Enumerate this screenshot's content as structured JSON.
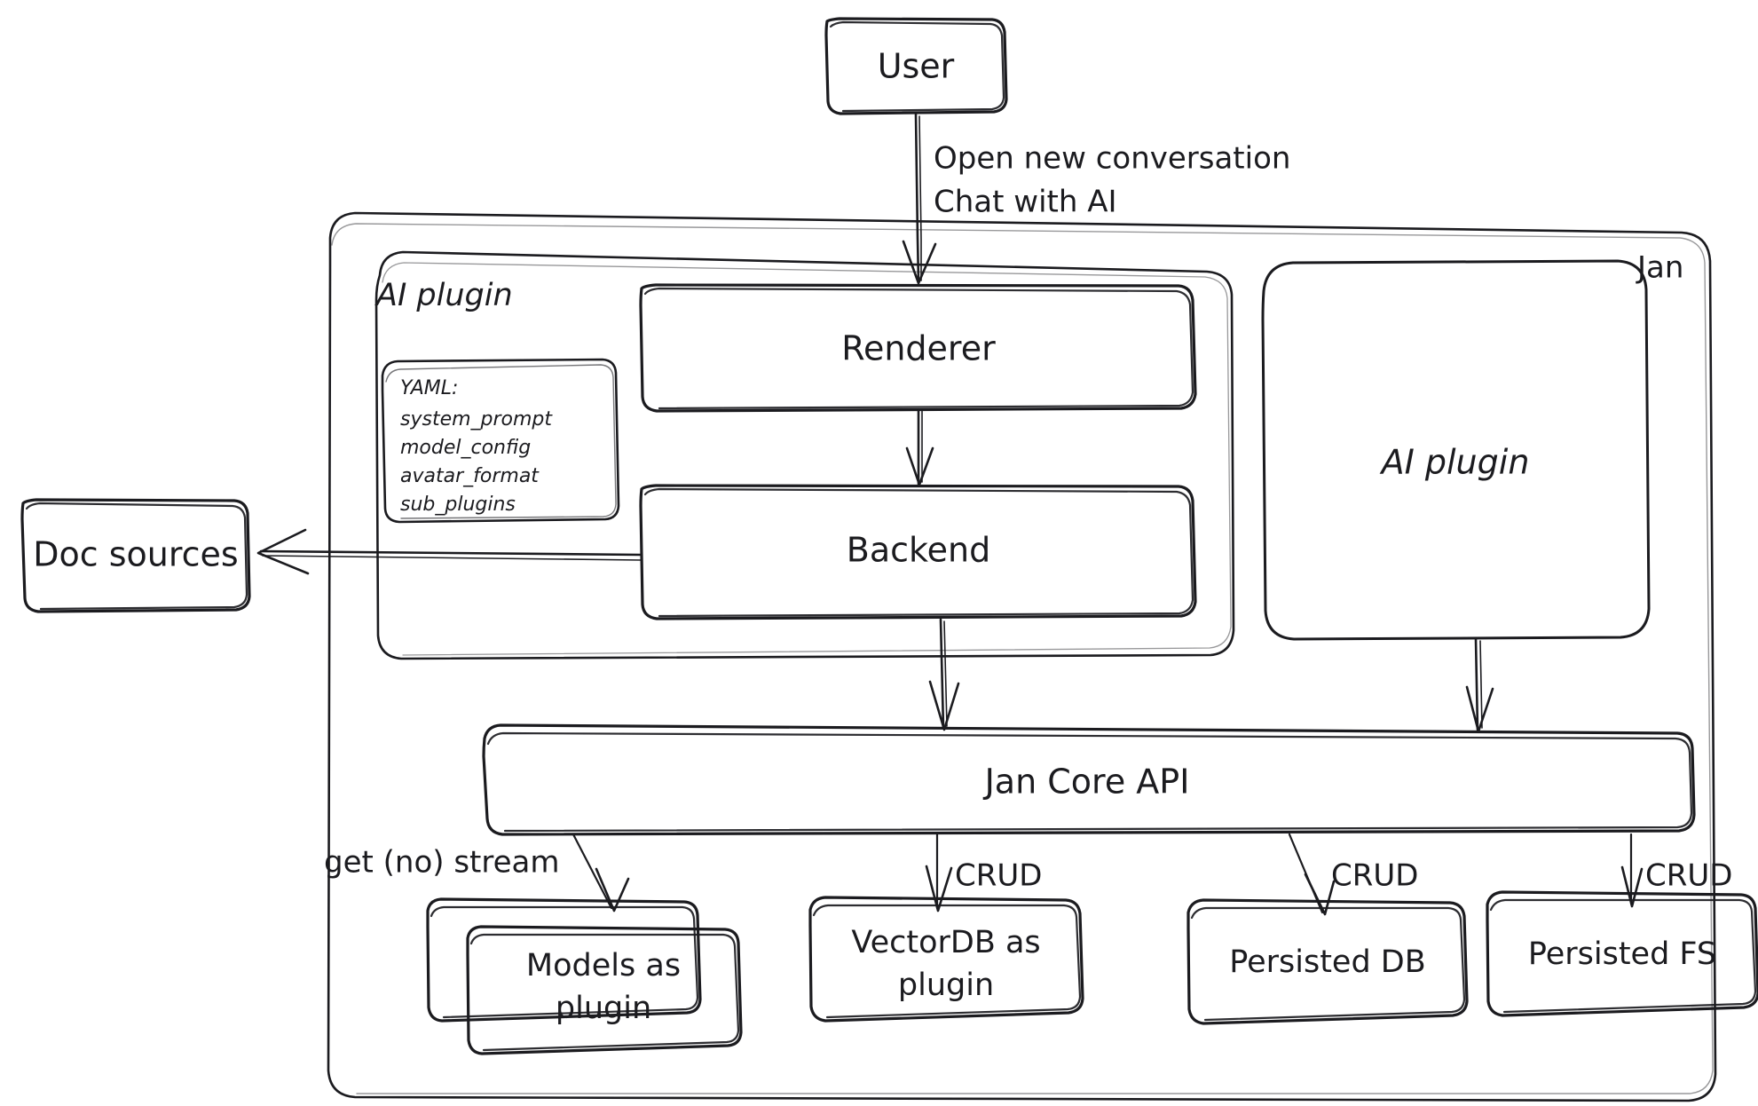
{
  "diagram": {
    "title_visible": false,
    "style": "hand-drawn-excalidraw",
    "background_color": "#ffffff",
    "stroke_color": "#1b1b1f",
    "nodes": {
      "user": {
        "label": "User"
      },
      "jan_container": {
        "label": "Jan"
      },
      "ai_plugin_group": {
        "label": "AI plugin"
      },
      "renderer": {
        "label": "Renderer"
      },
      "backend": {
        "label": "Backend"
      },
      "ai_plugin_box": {
        "label": "AI plugin"
      },
      "doc_sources": {
        "label": "Doc sources"
      },
      "jan_core_api": {
        "label": "Jan Core API"
      },
      "models_plugin": {
        "label_line1": "Models as",
        "label_line2": "plugin"
      },
      "vectordb_plugin": {
        "label_line1": "VectorDB as",
        "label_line2": "plugin"
      },
      "persisted_db": {
        "label": "Persisted DB"
      },
      "persisted_fs": {
        "label": "Persisted FS"
      }
    },
    "yaml_note": {
      "header": "YAML:",
      "items": [
        "system_prompt",
        "model_config",
        "avatar_format",
        "sub_plugins"
      ]
    },
    "edge_labels": {
      "user_to_renderer_line1": "Open new conversation",
      "user_to_renderer_line2": "Chat with AI",
      "api_to_models": "get (no) stream",
      "api_to_vectordb": "CRUD",
      "api_to_persisted_db": "CRUD",
      "api_to_persisted_fs": "CRUD"
    }
  }
}
